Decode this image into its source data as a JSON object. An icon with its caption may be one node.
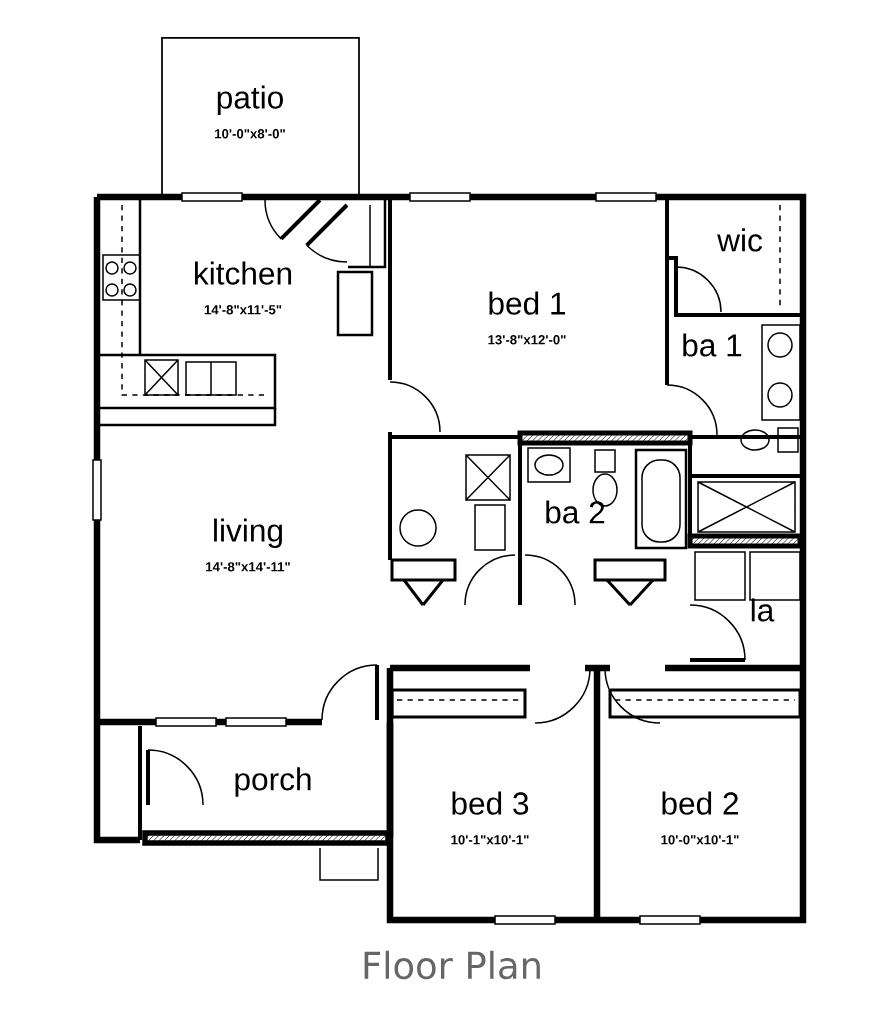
{
  "diagram": {
    "caption": "Floor Plan",
    "nodes": [
      {
        "text": [
          "patio",
          "10'-0\"x8'-0\""
        ]
      },
      {
        "text": [
          "kitchen",
          "14'-8\"x11'-5\""
        ]
      },
      {
        "text": [
          "bed 1",
          "13'-8\"x12'-0\""
        ]
      },
      {
        "text": [
          "wic"
        ]
      },
      {
        "text": [
          "ba 1"
        ]
      },
      {
        "text": [
          "ba 2"
        ]
      },
      {
        "text": [
          "living",
          "14'-8\"x14'-11\""
        ]
      },
      {
        "text": [
          "la"
        ]
      },
      {
        "text": [
          "porch"
        ]
      },
      {
        "text": [
          "bed 3",
          "10'-1\"x10'-1\""
        ]
      },
      {
        "text": [
          "bed 2",
          "10'-0\"x10'-1\""
        ]
      }
    ]
  }
}
